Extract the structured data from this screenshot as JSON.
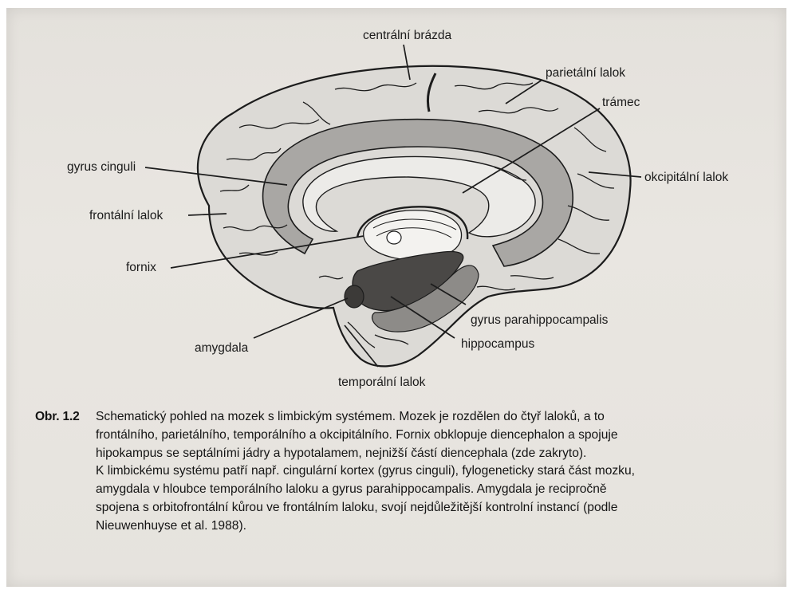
{
  "labels": {
    "central_sulcus": "centrální brázda",
    "parietal_lobe": "parietální lalok",
    "corpus_callosum": "trámec",
    "cingulate_gyrus": "gyrus cinguli",
    "occipital_lobe": "okcipitální lalok",
    "frontal_lobe": "frontální lalok",
    "fornix": "fornix",
    "parahippocampal_gyrus": "gyrus parahippocampalis",
    "amygdala": "amygdala",
    "hippocampus": "hippocampus",
    "temporal_lobe": "temporální lalok"
  },
  "caption": {
    "number": "Obr. 1.2",
    "lines": [
      "Schematický pohled na mozek s limbickým systémem. Mozek je rozdělen do čtyř laloků, a to",
      "frontálního, parietálního, temporálního a okcipitálního. Fornix obklopuje diencephalon a spojuje",
      "hipokampus se septálními jádry a hypotalamem, nejnižší částí diencephala (zde zakryto).",
      "K limbickému systému patří např. cingulární kortex (gyrus cinguli), fylogeneticky stará část mozku,",
      "amygdala v hloubce temporálního laloku a gyrus parahippocampalis. Amygdala je recipročně",
      "spojena s orbitofrontální kůrou ve frontálním laloku, svojí nejdůležitější kontrolní instancí (podle",
      "Nieuwenhuyse et al. 1988)."
    ]
  },
  "colors": {
    "paper": "#e6e3de",
    "brain_fill": "#dcdad6",
    "limbic_gray": "#a9a7a4",
    "dark_structure": "#4a4846",
    "outline": "#1c1c1c"
  }
}
